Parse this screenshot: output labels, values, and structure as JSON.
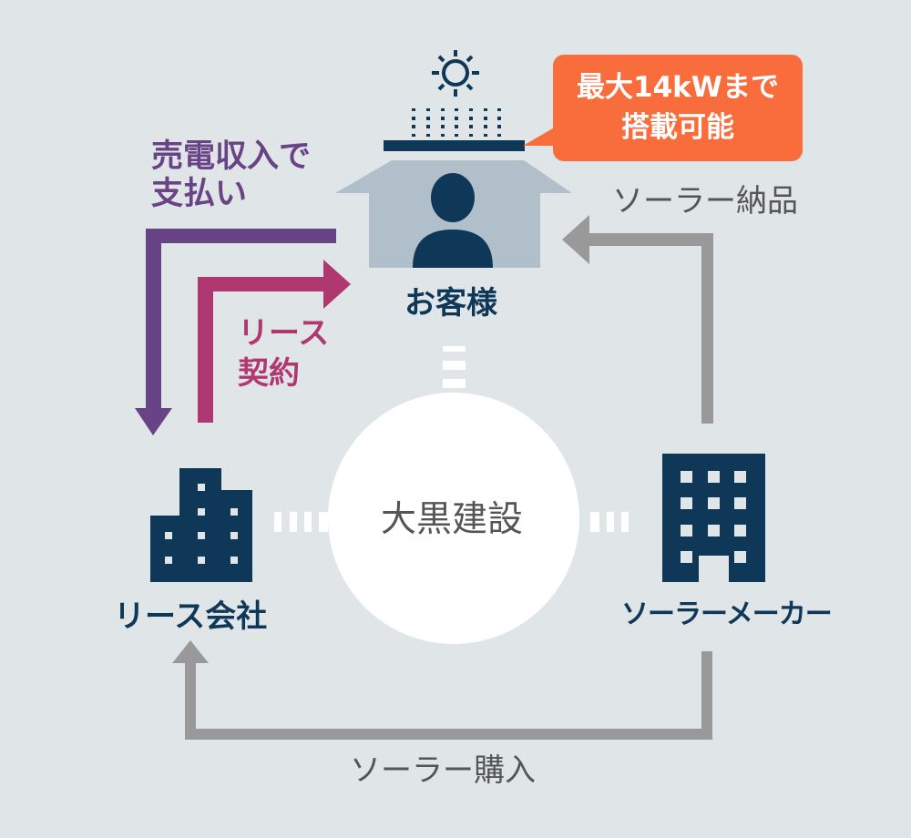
{
  "colors": {
    "background": "#e0e5e8",
    "navy": "#0f3858",
    "house": "#b1bfca",
    "purple": "#684385",
    "magenta": "#b03870",
    "gray_arrow": "#999999",
    "callout": "#f96c3c",
    "center_circle": "#ffffff"
  },
  "nodes": {
    "customer": {
      "label": "お客様",
      "icon": "person-in-house-icon"
    },
    "lease_company": {
      "label": "リース会社",
      "icon": "office-building-icon"
    },
    "solar_maker": {
      "label": "ソーラーメーカー",
      "icon": "office-building-icon"
    },
    "center": {
      "label": "大黒建設"
    }
  },
  "callout": {
    "line1": "最大14kWまで",
    "line2": "搭載可能"
  },
  "arrows": {
    "sale_income": {
      "line1": "売電収入で",
      "line2": "支払い",
      "from": "customer",
      "to": "lease_company"
    },
    "lease_contract": {
      "line1": "リース",
      "line2": "契約",
      "from": "lease_company",
      "to": "customer"
    },
    "solar_delivery": {
      "label": "ソーラー納品",
      "from": "solar_maker",
      "to": "customer"
    },
    "solar_purchase": {
      "label": "ソーラー購入",
      "from": "solar_maker",
      "to": "lease_company"
    }
  }
}
